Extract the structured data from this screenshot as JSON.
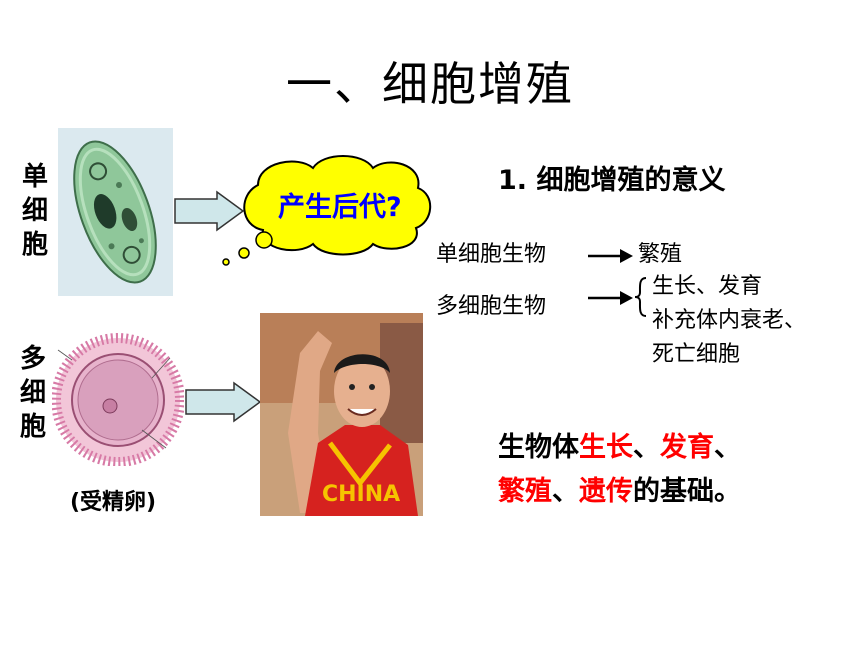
{
  "slide": {
    "title": "一、细胞增殖"
  },
  "left": {
    "single_cell_label": [
      "单",
      "细",
      "胞"
    ],
    "multi_cell_label": [
      "多",
      "细",
      "胞"
    ],
    "thought_bubble": "产生后代?",
    "egg_caption": "(受精卵)",
    "athlete_jersey": "CHINA"
  },
  "right": {
    "heading": "1. 细胞增殖的意义",
    "single_org": "单细胞生物",
    "single_result": "繁殖",
    "multi_org": "多细胞生物",
    "multi_results": [
      "生长、发育",
      "补充体内衰老、",
      "死亡细胞"
    ],
    "summary": {
      "p1": "生物体",
      "r1": "生长",
      "p2": "、",
      "r2": "发育",
      "p3": "、",
      "r3": "繁殖",
      "p4": "、",
      "r4": "遗传",
      "p5": "的基础。"
    }
  },
  "colors": {
    "highlight": "#ff0000",
    "bubble_fill": "#ffff00",
    "bubble_text": "#0000ff",
    "arrow_fill": "#cfe7ea"
  }
}
